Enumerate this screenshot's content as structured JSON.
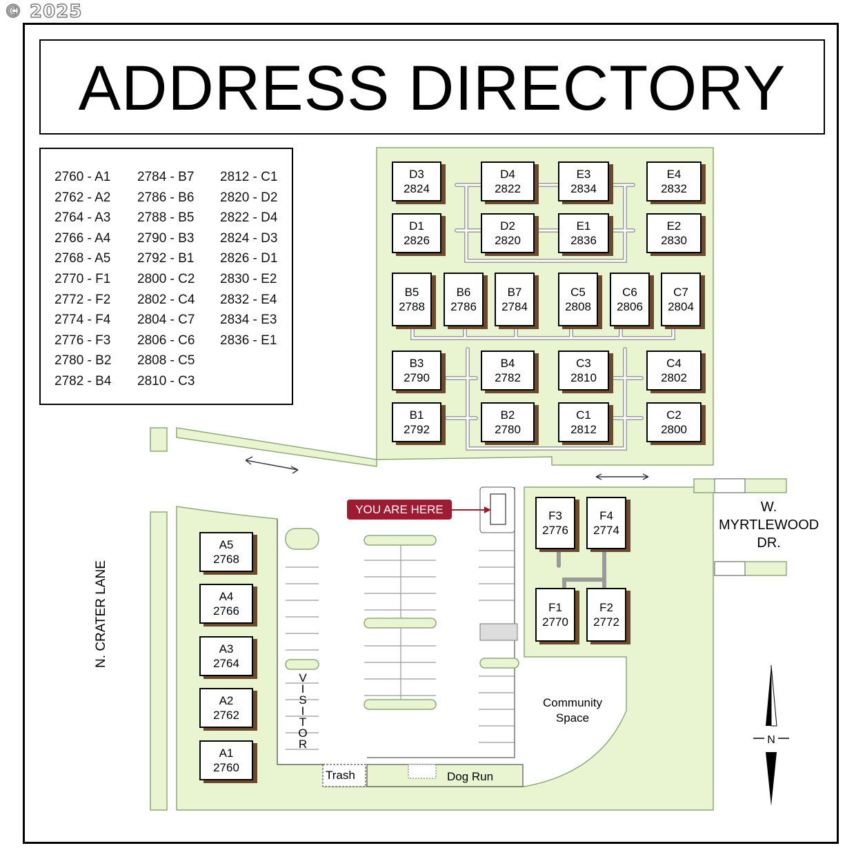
{
  "copyright": "© 2025",
  "title": "ADDRESS DIRECTORY",
  "directory": {
    "col1": [
      "2760 - A1",
      "2762 - A2",
      "2764 - A3",
      "2766 - A4",
      "2768 - A5",
      "2770 - F1",
      "2772 - F2",
      "2774 - F4",
      "2776 - F3",
      "2780 - B2",
      "2782 - B4"
    ],
    "col2": [
      "2784 - B7",
      "2786 - B6",
      "2788 - B5",
      "2790 - B3",
      "2792 - B1",
      "2800 - C2",
      "2802 - C4",
      "2804 - C7",
      "2806 - C6",
      "2808 - C5",
      "2810 - C3"
    ],
    "col3": [
      "2812 - C1",
      "2820 - D2",
      "2822 - D4",
      "2824 - D3",
      "2826 - D1",
      "2830 - E2",
      "2832 - E4",
      "2834 - E3",
      "2836 - E1"
    ]
  },
  "buildings": [
    {
      "unit": "D3",
      "addr": "2824"
    },
    {
      "unit": "D4",
      "addr": "2822"
    },
    {
      "unit": "E3",
      "addr": "2834"
    },
    {
      "unit": "E4",
      "addr": "2832"
    },
    {
      "unit": "D1",
      "addr": "2826"
    },
    {
      "unit": "D2",
      "addr": "2820"
    },
    {
      "unit": "E1",
      "addr": "2836"
    },
    {
      "unit": "E2",
      "addr": "2830"
    },
    {
      "unit": "B5",
      "addr": "2788"
    },
    {
      "unit": "B6",
      "addr": "2786"
    },
    {
      "unit": "B7",
      "addr": "2784"
    },
    {
      "unit": "C5",
      "addr": "2808"
    },
    {
      "unit": "C6",
      "addr": "2806"
    },
    {
      "unit": "C7",
      "addr": "2804"
    },
    {
      "unit": "B3",
      "addr": "2790"
    },
    {
      "unit": "B4",
      "addr": "2782"
    },
    {
      "unit": "C3",
      "addr": "2810"
    },
    {
      "unit": "C4",
      "addr": "2802"
    },
    {
      "unit": "B1",
      "addr": "2792"
    },
    {
      "unit": "B2",
      "addr": "2780"
    },
    {
      "unit": "C1",
      "addr": "2812"
    },
    {
      "unit": "C2",
      "addr": "2800"
    },
    {
      "unit": "F3",
      "addr": "2776"
    },
    {
      "unit": "F4",
      "addr": "2774"
    },
    {
      "unit": "F1",
      "addr": "2770"
    },
    {
      "unit": "F2",
      "addr": "2772"
    },
    {
      "unit": "A5",
      "addr": "2768"
    },
    {
      "unit": "A4",
      "addr": "2766"
    },
    {
      "unit": "A3",
      "addr": "2764"
    },
    {
      "unit": "A2",
      "addr": "2762"
    },
    {
      "unit": "A1",
      "addr": "2760"
    }
  ],
  "labels": {
    "you_are_here": "YOU ARE HERE",
    "visitor": "VISITOR",
    "street_west": "N. CRATER LANE",
    "street_east_1": "W.",
    "street_east_2": "MYRTLEWOOD",
    "street_east_3": "DR.",
    "community_1": "Community",
    "community_2": "Space",
    "trash": "Trash",
    "dog_run": "Dog Run",
    "north": "N"
  },
  "colors": {
    "grass": "#e8f5d0",
    "grass_stroke": "#8ea87a",
    "building_shadow": "#6b4a2e",
    "here_marker": "#9e1b32"
  }
}
